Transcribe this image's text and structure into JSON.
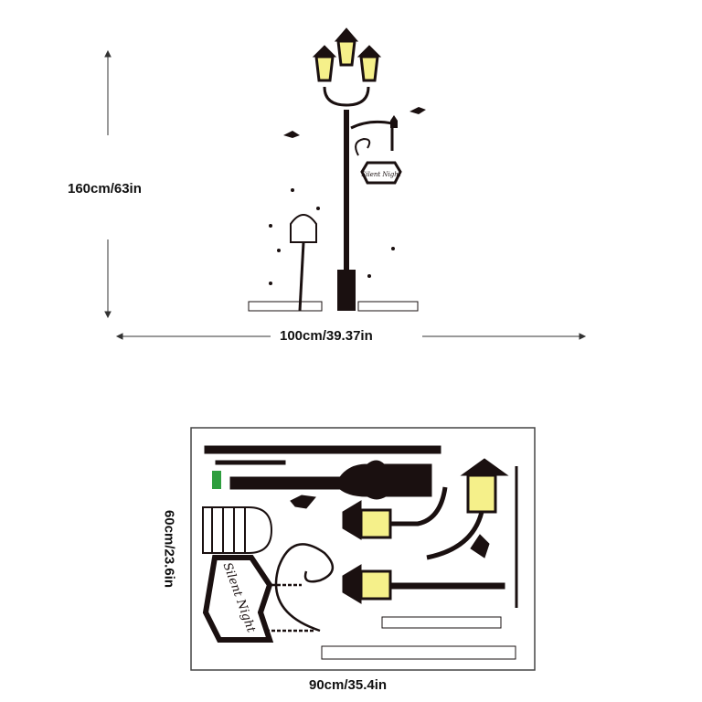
{
  "assembled_view": {
    "height_label": "160cm/63in",
    "width_label": "100cm/39.37in",
    "sign_text": "Silent Night"
  },
  "sheet_view": {
    "height_label": "60cm/23.6in",
    "width_label": "90cm/35.4in",
    "sign_text": "Silent Night"
  },
  "colors": {
    "silhouette": "#1a1010",
    "lamp_glow": "#f5f08a",
    "leaf_green": "#2e9e3e"
  }
}
